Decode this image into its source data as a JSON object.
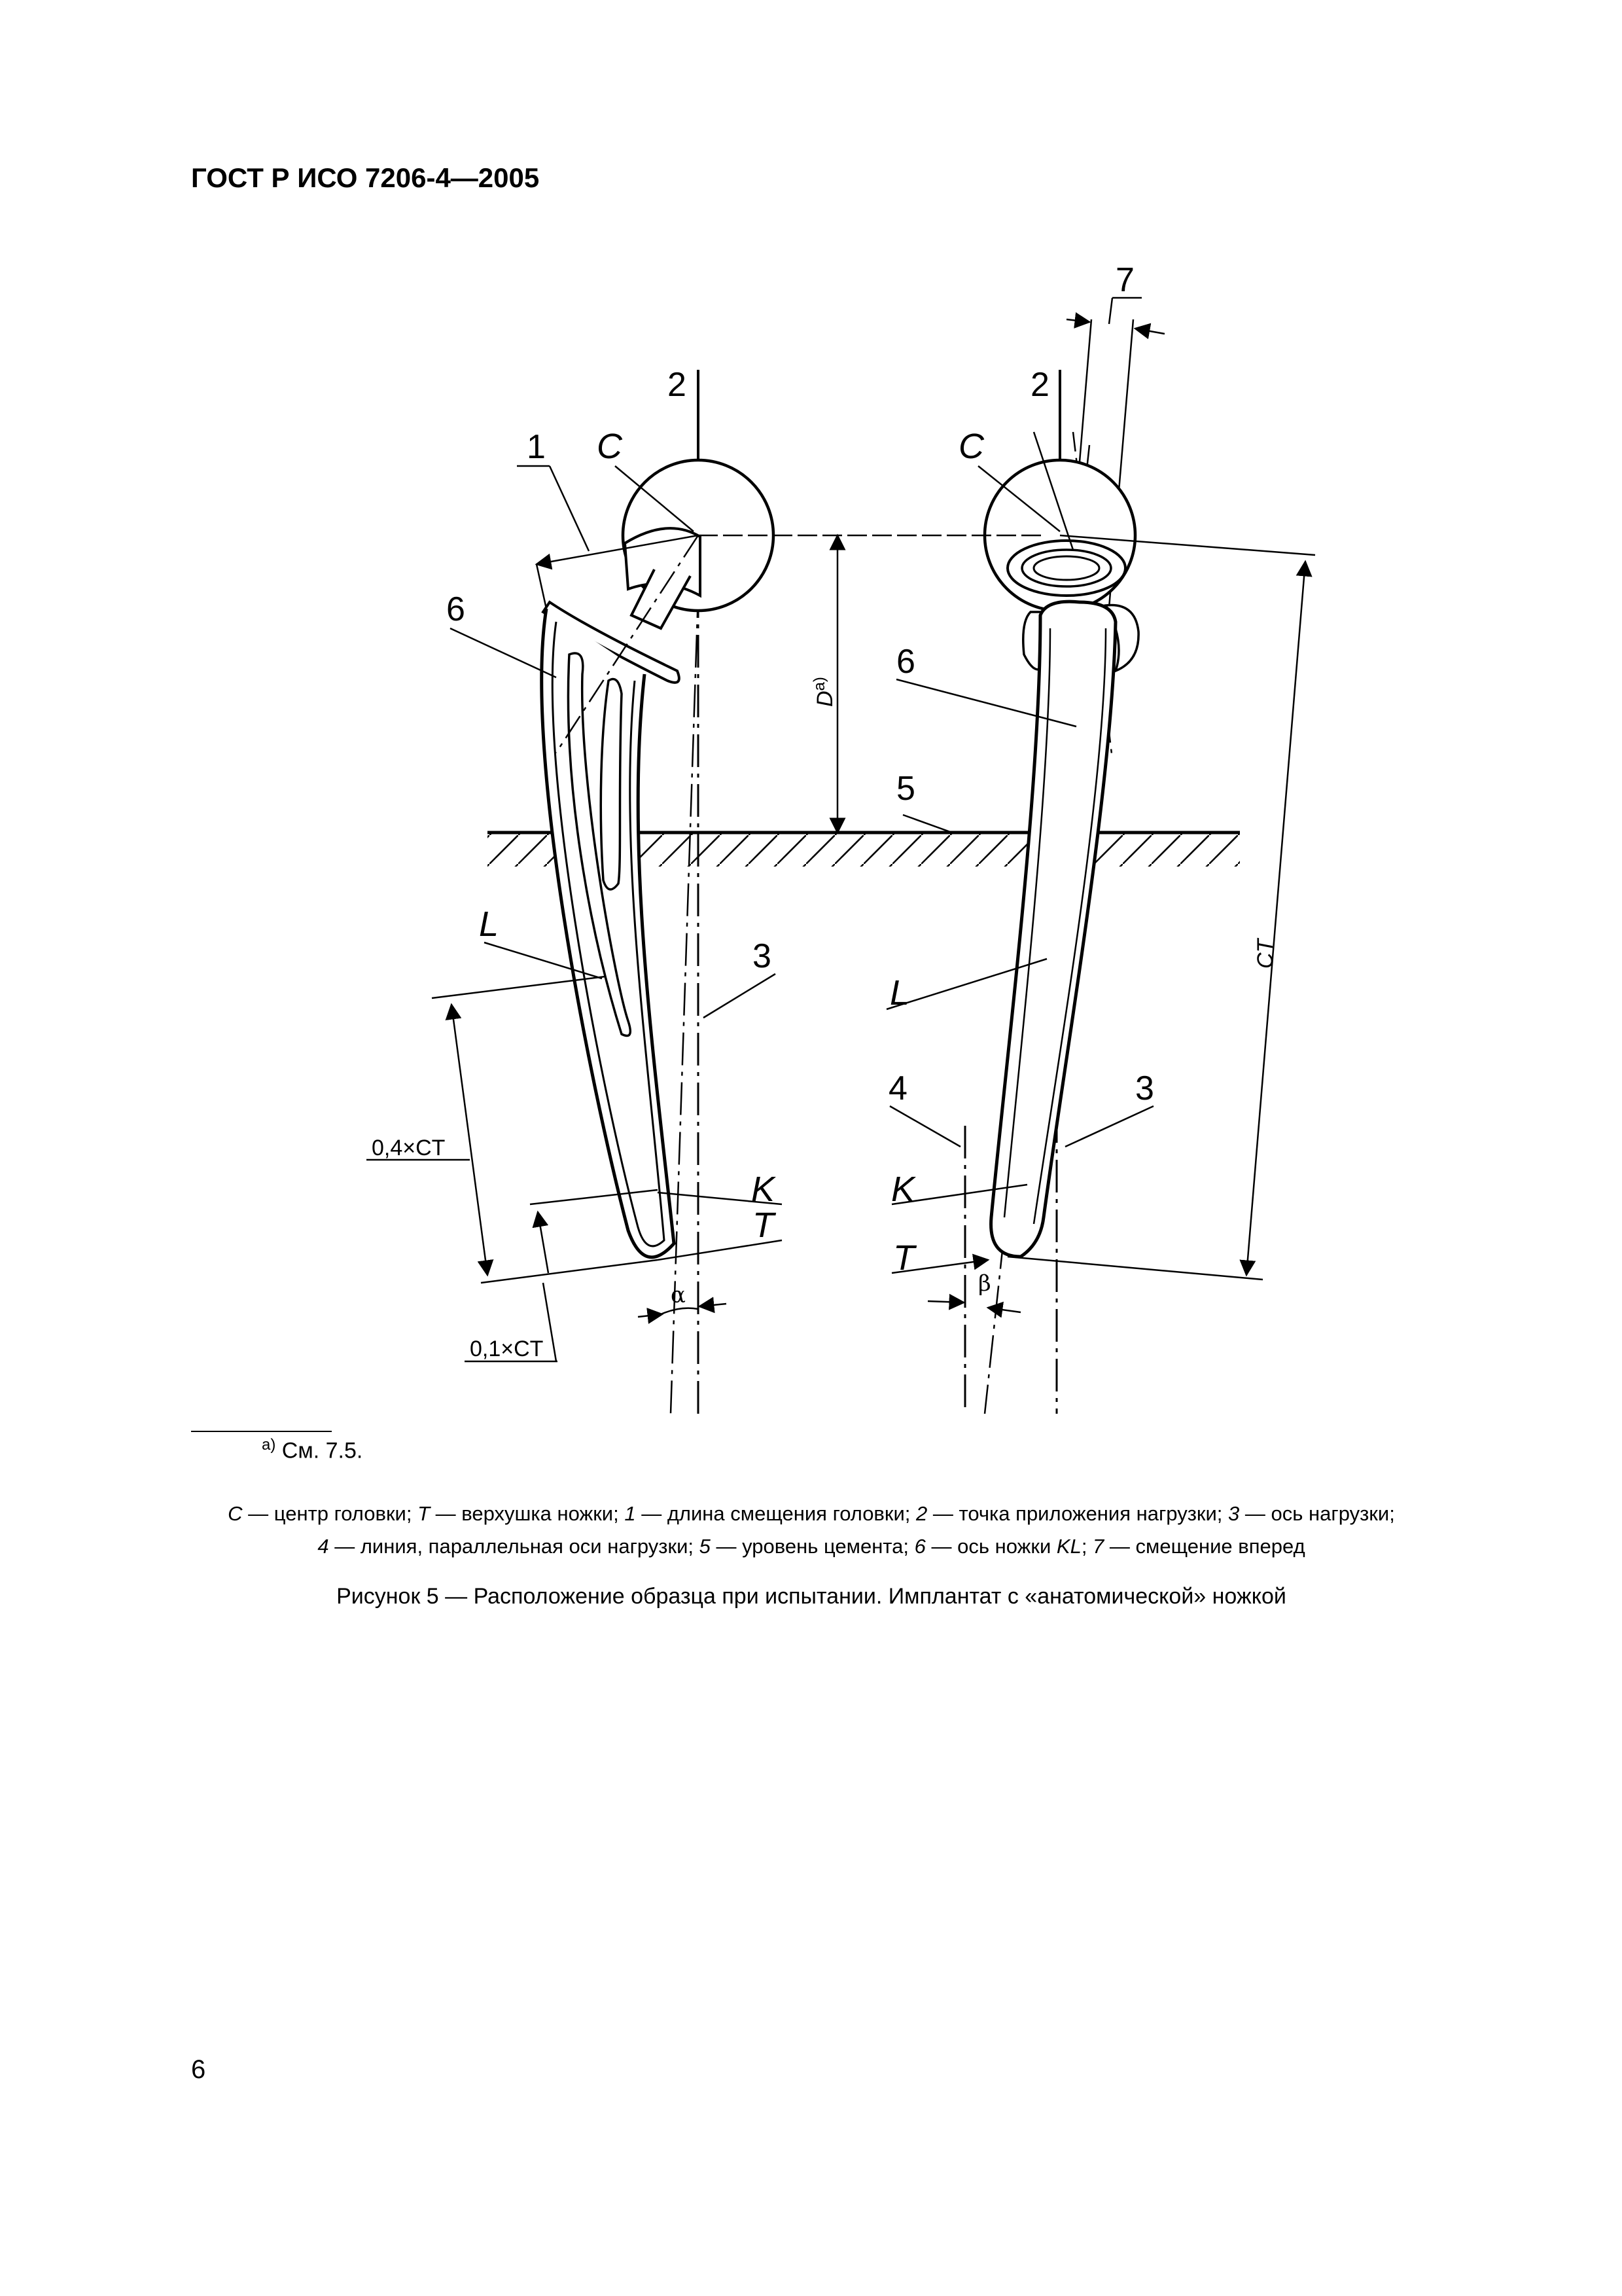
{
  "header": {
    "standard": "ГОСТ Р ИСО 7206-4—2005"
  },
  "figure": {
    "labels": {
      "n1": "1",
      "n2": "2",
      "n3": "3",
      "n4": "4",
      "n5": "5",
      "n6": "6",
      "n7": "7",
      "C": "C",
      "L": "L",
      "K": "K",
      "T": "T",
      "D": "D",
      "D_sup": "a)",
      "CT": "CT",
      "dim_04": "0,4×CT",
      "dim_01": "0,1×CT",
      "alpha": "α",
      "beta": "β"
    }
  },
  "footnote": {
    "marker": "a)",
    "text": "См. 7.5."
  },
  "legend": {
    "items": [
      {
        "key": "C",
        "text": "центр головки"
      },
      {
        "key": "T",
        "text": "верхушка ножки"
      },
      {
        "key": "1",
        "text": "длина смещения головки"
      },
      {
        "key": "2",
        "text": "точка приложения нагрузки"
      },
      {
        "key": "3",
        "text": "ось нагрузки"
      },
      {
        "key": "4",
        "text": "линия, параллельная оси нагрузки"
      },
      {
        "key": "5",
        "text": "уровень цемента"
      },
      {
        "key": "6",
        "text": "ось ножки"
      },
      {
        "key": "7",
        "text": "смещение вперед"
      }
    ],
    "item6_suffix": "KL"
  },
  "caption": "Рисунок 5 — Расположение образца при испытании. Имплантат с «анатомической» ножкой",
  "page_number": "6"
}
